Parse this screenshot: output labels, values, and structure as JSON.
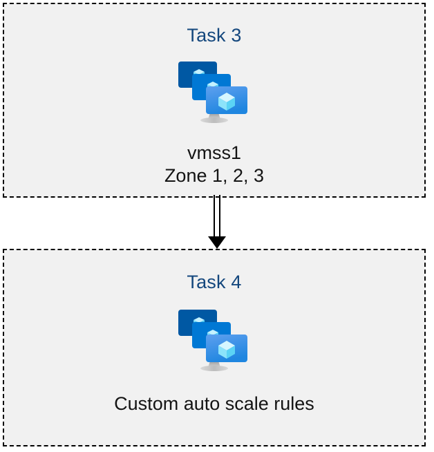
{
  "diagram": {
    "background_color": "#ffffff",
    "box_fill_color": "#f1f1f1",
    "box_border_color": "#000000",
    "title_color": "#14477d",
    "label_color": "#141414",
    "arrow_color": "#000000"
  },
  "boxes": [
    {
      "id": "task-3",
      "title": "Task 3",
      "icon": "azure-vm-scale-set-icon",
      "labels": [
        "vmss1",
        "Zone 1, 2, 3"
      ]
    },
    {
      "id": "task-4",
      "title": "Task 4",
      "icon": "azure-vm-scale-set-icon",
      "labels": [
        "Custom auto scale rules"
      ]
    }
  ],
  "connector": {
    "name": "double-line-down-arrow",
    "from": "task-3",
    "to": "task-4",
    "direction": "down",
    "style": "double-line"
  },
  "icon_colors": {
    "monitor_back": "#0058a3",
    "monitor_middle": "#0078d4",
    "monitor_front_top": "#5ea0ef",
    "monitor_front_bottom": "#1f86e0",
    "cube_light": "#c3f1ff",
    "cube_mid": "#9cebff",
    "cube_dark": "#50e6ff",
    "stand": "#b3b3b3"
  }
}
